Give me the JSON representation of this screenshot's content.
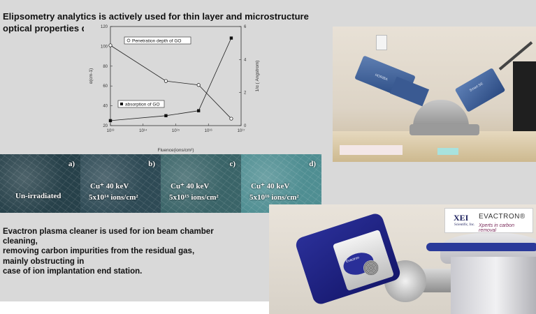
{
  "intro": {
    "text": "Elipsometry analytics is actively used for thin layer and microstructure optical properties determination."
  },
  "chart_data": {
    "type": "line",
    "xlabel": "Fluence(ions/cm²)",
    "ylabel_left": "α(cm-1)",
    "ylabel_right": "1/α ( Angstrom)",
    "x_scale": "log",
    "x_tick_labels": [
      "10¹³",
      "10¹⁴",
      "10¹⁵",
      "10¹⁶",
      "10¹⁷"
    ],
    "x_ticks": [
      10000000000000.0,
      100000000000000.0,
      1000000000000000.0,
      1e+16,
      1e+17
    ],
    "xlim": [
      10000000000000.0,
      1e+17
    ],
    "ylim_left": [
      20,
      120
    ],
    "y_ticks_left": [
      20,
      40,
      60,
      80,
      100,
      120
    ],
    "ylim_right": [
      0,
      6
    ],
    "y_ticks_right": [
      0,
      2,
      4,
      6
    ],
    "series": [
      {
        "name": "Penetration depth of GO",
        "marker": "open-circle",
        "axis": "left",
        "x": [
          10000000000000.0,
          500000000000000.0,
          5000000000000000.0,
          5e+16
        ],
        "y": [
          101,
          65,
          61,
          27
        ]
      },
      {
        "name": "absorption of GO",
        "marker": "filled-square",
        "axis": "right",
        "x": [
          10000000000000.0,
          500000000000000.0,
          5000000000000000.0,
          5e+16
        ],
        "y": [
          0.3,
          0.6,
          0.9,
          5.3
        ]
      }
    ]
  },
  "lab_photo": {
    "brand_left": "HORIBA",
    "brand_right": "Smart SE"
  },
  "micrographs": [
    {
      "letter": "a)",
      "lines": [
        "Un-irradiated"
      ],
      "bg": "#27414a"
    },
    {
      "letter": "b)",
      "lines": [
        "Cu⁺ 40 keV",
        "5x10¹⁴ ions/cm²"
      ],
      "bg": "#2e4a55"
    },
    {
      "letter": "c)",
      "lines": [
        "Cu⁺ 40 keV",
        "5x10¹⁵ ions/cm²"
      ],
      "bg": "#3a6468"
    },
    {
      "letter": "d)",
      "lines": [
        "Cu⁺ 40 keV",
        "5x10¹⁶ ions/cm²"
      ],
      "bg": "#4f8e92"
    }
  ],
  "evactron_text": {
    "lines": [
      "Evactron plasma cleaner is used for ion beam chamber",
      "cleaning,",
      "removing carbon impurities from the residual gas,",
      "mainly obstructing in",
      "case of ion implantation end station."
    ]
  },
  "evactron_photo": {
    "logo_xei": "XEI",
    "logo_sci": "Scientific, Inc.",
    "logo_evactron": "EVACTRON®",
    "logo_tagline": "Xperts in carbon removal",
    "device_label": "Evactron"
  }
}
